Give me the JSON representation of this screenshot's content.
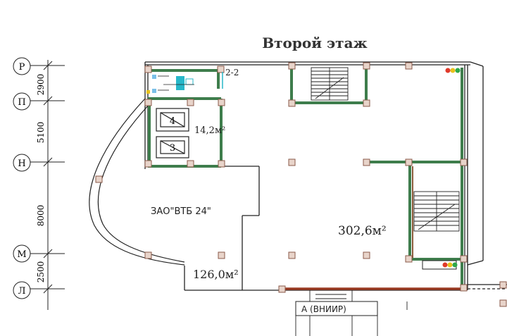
{
  "title": "Второй этаж",
  "axes": [
    {
      "letter": "Р"
    },
    {
      "letter": "П"
    },
    {
      "letter": "Н"
    },
    {
      "letter": "М"
    },
    {
      "letter": "Л"
    }
  ],
  "dimensions": [
    {
      "value": "2900"
    },
    {
      "value": "5100"
    },
    {
      "value": "8000"
    },
    {
      "value": "2500"
    }
  ],
  "rooms": {
    "section_label": "2-2",
    "elevator_4": "4",
    "elevator_3": "3",
    "area_small": "14,2м²",
    "tenant": "ЗАО\"ВТБ 24\"",
    "area_main": "302,6м²",
    "area_bay": "126,0м²",
    "bottom_label": "А (ВНИИР)"
  },
  "colors": {
    "wall_green": "#3e7d4c",
    "wall_red": "#9a3a22",
    "wall_brown": "#8a5a3a",
    "line": "#222222",
    "column": "#c49a86",
    "fixture_cyan": "#27b7c9",
    "traffic_red": "#e03a2a",
    "traffic_yellow": "#e8c21c",
    "traffic_green": "#2fa84a"
  }
}
